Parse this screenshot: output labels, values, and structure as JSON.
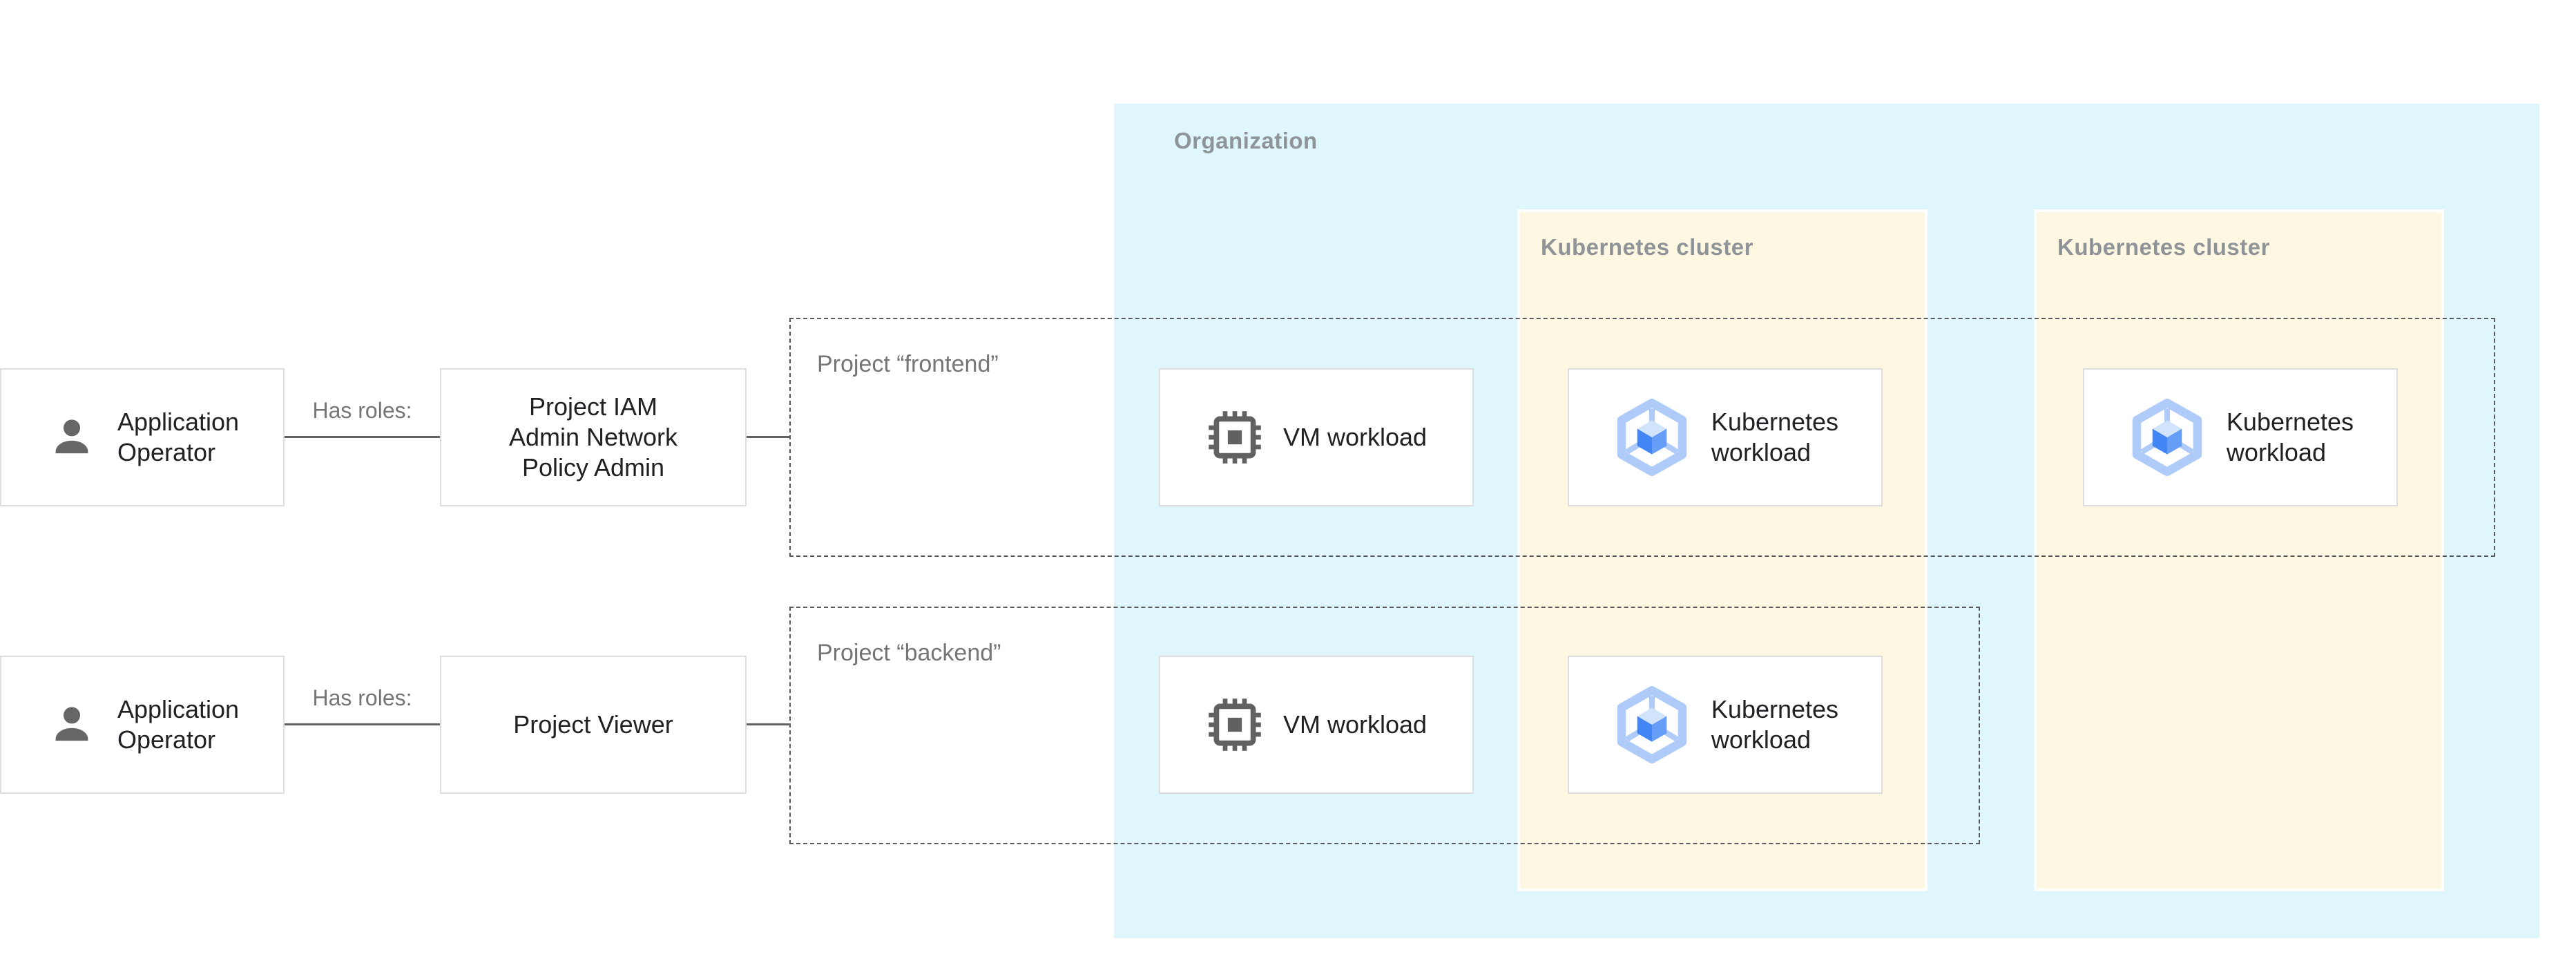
{
  "palette": {
    "background": "#FFFFFF",
    "organization_fill": "#DFF6FC",
    "cluster_fill": "#FEF7E2",
    "cluster_border": "#FFFFFF",
    "zone_label_text": "#8F9499",
    "muted_text": "#757575",
    "body_text": "#202124",
    "connector_line": "#616161",
    "node_border": "#DCDEE0",
    "dashed_border": "#57595B",
    "person_icon": "#666666",
    "chip_icon": "#616161",
    "gke_frame": "#AECBFA",
    "gke_cube_top": "#D2E3FC",
    "gke_cube_left": "#4285F4",
    "gke_cube_right": "#669DF6"
  },
  "actors": {
    "frontend_operator": {
      "line1": "Application",
      "line2": "Operator"
    },
    "backend_operator": {
      "line1": "Application",
      "line2": "Operator"
    }
  },
  "edges": {
    "frontend_has_roles": "Has roles:",
    "backend_has_roles": "Has roles:"
  },
  "roles": {
    "frontend_role": {
      "line1": "Project IAM",
      "line2": "Admin Network",
      "line3": "Policy Admin"
    },
    "backend_role": "Project Viewer"
  },
  "containers": {
    "organization": "Organization",
    "kubernetes_cluster_1": "Kubernetes cluster",
    "kubernetes_cluster_2": "Kubernetes cluster",
    "project_frontend": "Project “frontend”",
    "project_backend": "Project “backend”"
  },
  "workloads": {
    "frontend_vm": "VM workload",
    "frontend_k8s_cluster1": {
      "line1": "Kubernetes",
      "line2": "workload"
    },
    "frontend_k8s_cluster2": {
      "line1": "Kubernetes",
      "line2": "workload"
    },
    "backend_vm": "VM workload",
    "backend_k8s_cluster1": {
      "line1": "Kubernetes",
      "line2": "workload"
    }
  },
  "icons": {
    "person": "person-icon",
    "vm_chip": "vm-chip-icon",
    "gke_hexagon": "kubernetes-hexagon-icon"
  }
}
